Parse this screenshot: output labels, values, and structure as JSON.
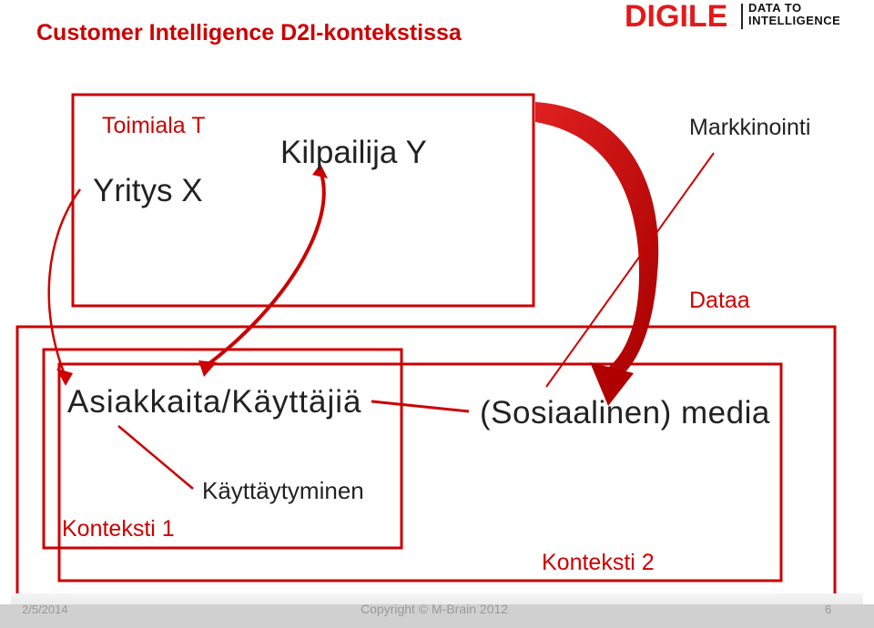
{
  "slide": {
    "title": "Customer Intelligence D2I-kontekstissa",
    "logo": {
      "main": "DIGILE",
      "sub_line1": "DATA TO",
      "sub_line2": "INTELLIGENCE"
    }
  },
  "diagram": {
    "labels": {
      "toimiala": "Toimiala T",
      "yritys": "Yritys X",
      "kilpailija": "Kilpailija Y",
      "markkinointi": "Markkinointi",
      "dataa": "Dataa",
      "asiakkaita": "Asiakkaita/Käyttäjiä",
      "media": "(Sosiaalinen) media",
      "kayttaytyminen": "Käyttäytyminen",
      "konteksti1": "Konteksti 1",
      "konteksti2": "Konteksti 2"
    },
    "colors": {
      "accent": "#cc0000",
      "label_red": "#cc0000",
      "label_dark": "#222222"
    }
  },
  "footer": {
    "date": "2/5/2014",
    "copyright": "Copyright © M-Brain 2012",
    "page": "6"
  }
}
